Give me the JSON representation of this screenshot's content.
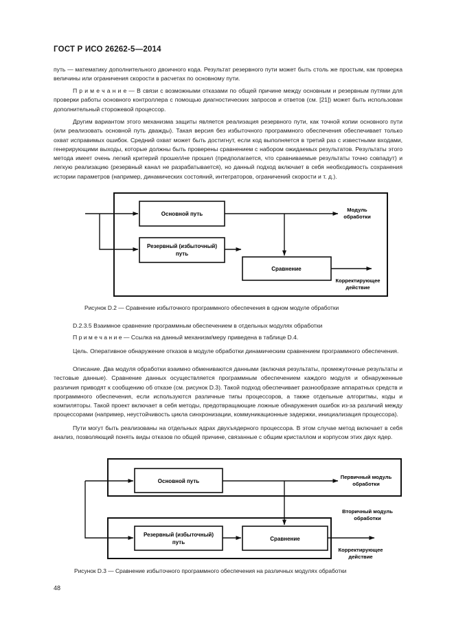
{
  "header": {
    "title": "ГОСТ Р ИСО 26262-5—2014"
  },
  "paragraphs": {
    "p1": "путь — математику дополнительного двоичного кода. Результат резервного пути может быть столь же простым, как проверка величины или ограничения скорости в расчетах по основному пути.",
    "note1": "П р и м е ч а н и е — В связи с возможными отказами по общей причине между основным и резервным путя­ми для проверки работы основного контроллера с помощью диагностических запросов и ответов (см. [21]) может быть использован дополнительный сторожевой процессор.",
    "p2": "Другим вариантом этого механизма защиты является реализация резервного пути, как точной копии основно­го пути (или реализовать основной путь дважды). Такая версия без избыточного программного обеспечения обеспе­чивает только охват исправимых ошибок. Средний охват может быть достигнут, если код выполняется в третий раз с известными входами, генерирующими выходы, которые должны быть проверены сравнением с набором ожидае­мых результатов. Результаты этого метода имеет очень легкий критерий прошел/не прошел (предполагается, что сравниваемые результаты точно совпадут) и легкую реализацию (резервный канал не разрабатывается), но данный подход включает в себя необходимость сохранения истории параметров (например, динамических состояний, интеграторов, ограничений скорости и т. д.).",
    "section": "D.2.3.5  Взаимное сравнение программным обеспечением в отдельных модулях обработки",
    "note2": "П р и м е ч а н и е — Ссылка на данный механизм/меру приведена в таблице D.4.",
    "goal": "Цель. Оперативное обнаружение отказов в модуле обработки динамическим сравнением программного обеспечения.",
    "desc": "Описание. Два модуля обработки взаимно обмениваются данными (включая результаты, промежуточные результаты и тестовые данные). Сравнение данных осуществляется программным обеспечением каждого модуля и обнаруженные различия приводят к сообщению об отказе (см. рисунок D.3). Такой подход обеспечивает разнообра­зие аппаратных средств и программного обеспечения, если используются различные типы процессоров, а также отдельные алгоритмы, коды и компиляторы. Такой проект включает в себя методы, предотвращающие ложные обнаружения ошибок из-за различий между процессорами (например, неустойчивость цикла синхронизации, коммуникационные задержки, инициализация процессора).",
    "p3": "Пути могут быть реализованы на отдельных ядрах двухъядерного процессора. В этом случае метод включает в себя анализ, позволяющий понять виды отказов по общей причине, связанные с общим кристаллом и корпусом этих двух ядер."
  },
  "figure_d2": {
    "main_path": "Основной путь",
    "reserve_path_l1": "Резервный (избыточный)",
    "reserve_path_l2": "путь",
    "compare": "Сравнение",
    "out_top_l1": "Модуль",
    "out_top_l2": "обработки",
    "out_bot_l1": "Корректирующее",
    "out_bot_l2": "действие",
    "caption": "Рисунок D.2 — Сравнение избыточного программного обеспечения в одном модуле обработки"
  },
  "figure_d3": {
    "main_path": "Основной путь",
    "reserve_path_l1": "Резервный (избыточный)",
    "reserve_path_l2": "путь",
    "compare": "Сравнение",
    "primary_l1": "Первичный модуль",
    "primary_l2": "обработки",
    "secondary_l1": "Вторичный модуль",
    "secondary_l2": "обработки",
    "out_bot_l1": "Корректирующее",
    "out_bot_l2": "действие",
    "caption": "Рисунок D.3 — Сравнение избыточного программного обеспечения на различных модулях обработки"
  },
  "footer": {
    "page_number": "48"
  }
}
